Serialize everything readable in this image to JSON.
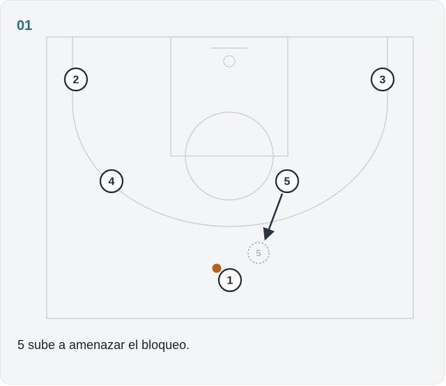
{
  "step": {
    "number": "01",
    "caption": "5 sube a amenazar el bloqueo."
  },
  "colors": {
    "court_lines": "#c9d3dc",
    "player_stroke": "#1f2a36",
    "arrow": "#2a3440",
    "ball": "#b5621e",
    "number_accent": "#2b6f7e",
    "ghost": "#8a96a3"
  },
  "players": [
    {
      "id": "p2",
      "label": "2"
    },
    {
      "id": "p3",
      "label": "3"
    },
    {
      "id": "p4",
      "label": "4"
    },
    {
      "id": "p5",
      "label": "5"
    },
    {
      "id": "p1",
      "label": "1"
    }
  ],
  "ghost_player": {
    "label": "5"
  },
  "icons": {
    "ball": "basketball-icon",
    "movement": "arrow-icon"
  }
}
